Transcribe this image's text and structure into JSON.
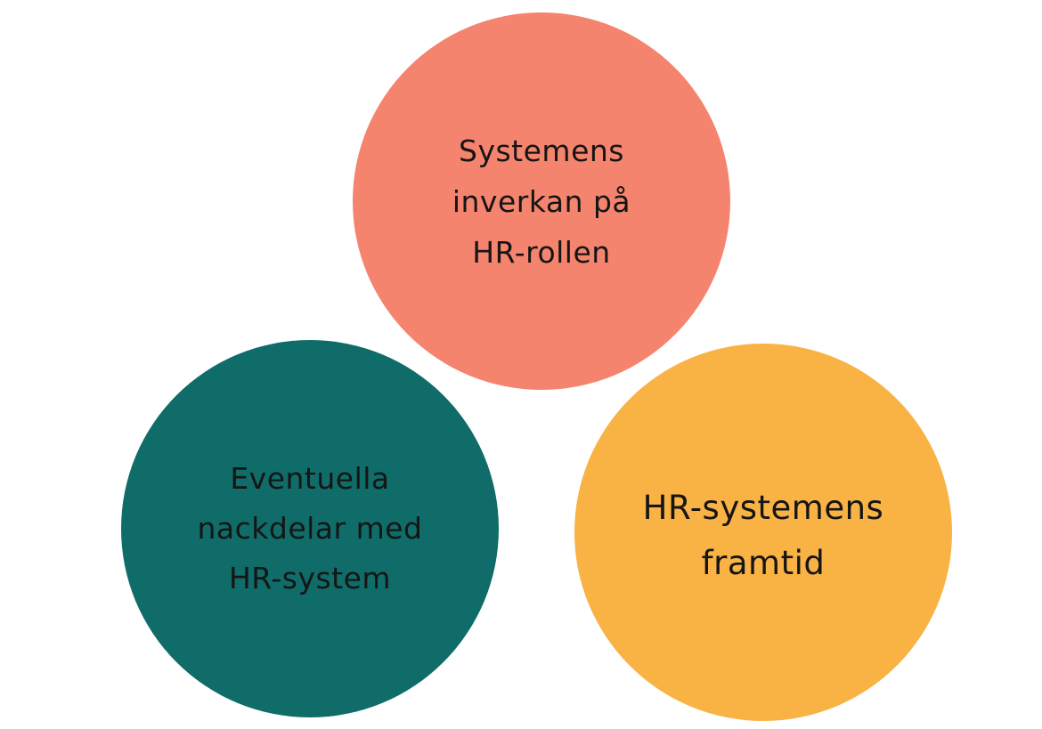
{
  "diagram": {
    "circles": [
      {
        "id": "top",
        "text": "Systemens\ninverkan på\nHR-rollen",
        "color": "#F5846E"
      },
      {
        "id": "left",
        "text": "Eventuella\nnackdelar med\nHR-system",
        "color": "#0F6C68"
      },
      {
        "id": "right",
        "text": "HR-systemens\nframtid",
        "color": "#F9B244"
      }
    ]
  }
}
